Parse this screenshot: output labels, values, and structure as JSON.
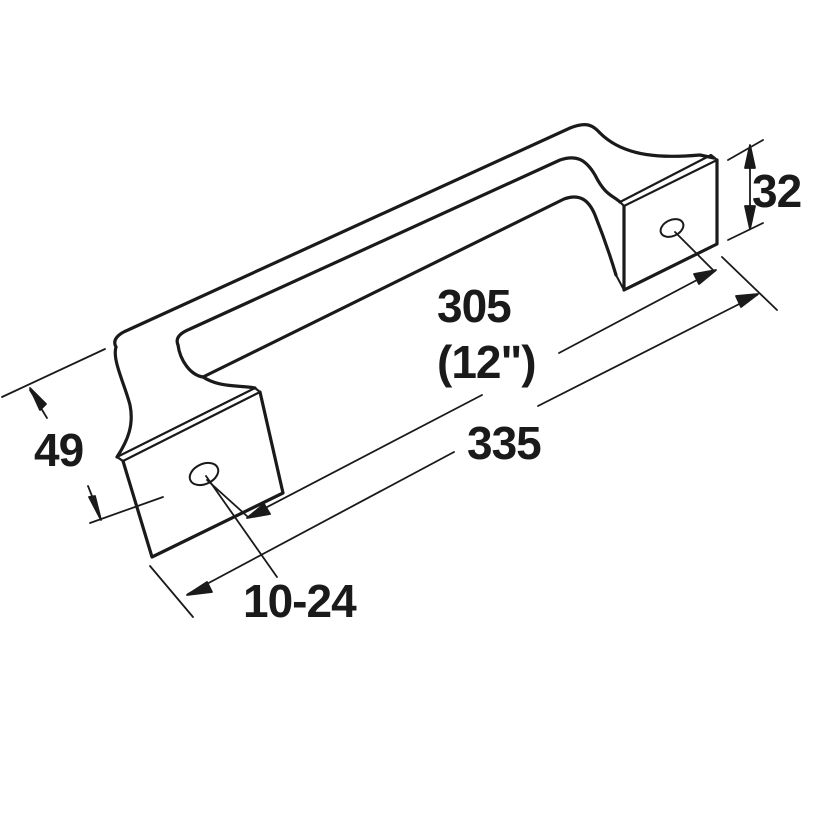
{
  "diagram": {
    "type": "technical-dimension-drawing",
    "subject": "cabinet pull handle",
    "line_color": "#1a1a1a",
    "background": "#ffffff"
  },
  "dimensions": {
    "height_left": "49",
    "height_right": "32",
    "hole_center_spacing": "305",
    "hole_center_spacing_imperial": "(12\")",
    "overall_length": "335",
    "thread_size": "10-24"
  }
}
